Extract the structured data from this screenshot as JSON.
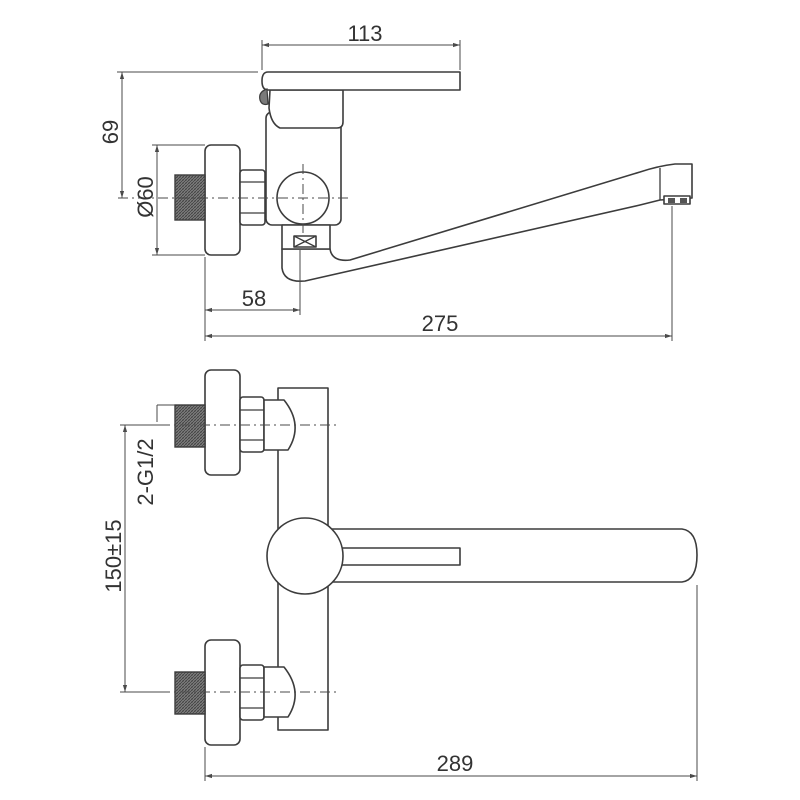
{
  "side_view": {
    "handle_width": "113",
    "handle_height": "69",
    "flange_diameter": "Ø60",
    "body_offset": "58",
    "spout_reach": "275"
  },
  "plan_view": {
    "connection_thread": "2-G1/2",
    "center_distance": "150±15",
    "overall_length": "289"
  },
  "colors": {
    "outline": "#3c3c3c",
    "dimension": "#4a4a4a",
    "thread": "#8a8a8a"
  }
}
